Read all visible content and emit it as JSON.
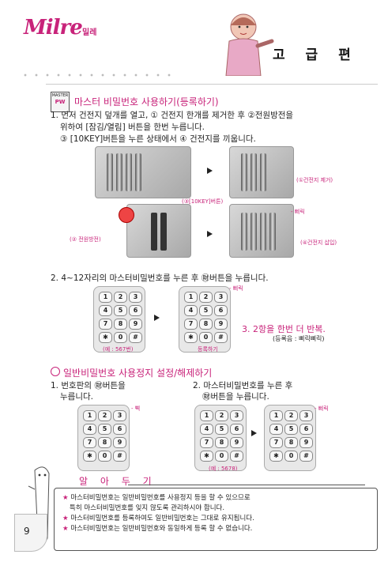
{
  "header": {
    "logo": "Milre",
    "logo_sub": "밀레",
    "section": "고 급 편"
  },
  "badge": {
    "top": "MASTER",
    "main": "PW"
  },
  "s1": {
    "title": "마스터 비밀번호 사용하기(등록하기)",
    "step1_l1": "1. 먼저 건전지 덮개를 열고, ① 건전지 한개를 제거한 후 ②전원방전을",
    "step1_l2": "위하여 [잠김/열림] 버튼을 한번 누릅니다.",
    "step1_l3": "③ [10KEY]버튼을 누른 상태에서 ④ 건전지를 끼웁니다.",
    "cap_remove": "(①건전지 제거)",
    "cap_10key": "(③[10KEY]버튼)",
    "cap_discharge": "(② 전원방전)",
    "cap_beep": "- 삐릭",
    "cap_insert": "(④건전지 삽입)",
    "step2": "2. 4~12자리의 마스터비밀번호를 누른 후 ㊖버튼을 누릅니다.",
    "cap_beep2": "- 삐릭",
    "step3": "3. 2항을 한번 더 반복.",
    "step3_sub": "(등록음 : 삐릭삐릭)",
    "cap_example": "(예 : 567번)",
    "cap_register": "등록하기"
  },
  "s2": {
    "title": "일반비밀번호 사용정지 설정/해제하기",
    "a_l1": "1. 번호판의 ㊖버튼을",
    "a_l2": "누릅니다.",
    "a_beep": "- 삑",
    "b_l1": "2. 마스터비밀번호를 누른 후",
    "b_l2": "㊖버튼을 누릅니다.",
    "b_beep": "- 삐릭",
    "cap_example": "(예 : 5678)"
  },
  "keypad_keys": [
    "1",
    "2",
    "3",
    "4",
    "5",
    "6",
    "7",
    "8",
    "9",
    "✱",
    "0",
    "#"
  ],
  "tip": {
    "title": "알 아 두 기",
    "lines": [
      "마스터비밀번호는 일반비밀번호를 사용정지 등을 할 수 있으므로",
      "특히 마스터비밀번호를 잊지 않도록 관리하시야 합니다.",
      "마스터비밀번호를 등록하여도 일반비밀번호는 그대로 유지됩니다.",
      "마스터비밀번호는 일반비밀번호와 동일하게 등록 할 수 없습니다."
    ],
    "star": "★"
  },
  "page_number": "9",
  "colors": {
    "accent": "#c8237a"
  }
}
